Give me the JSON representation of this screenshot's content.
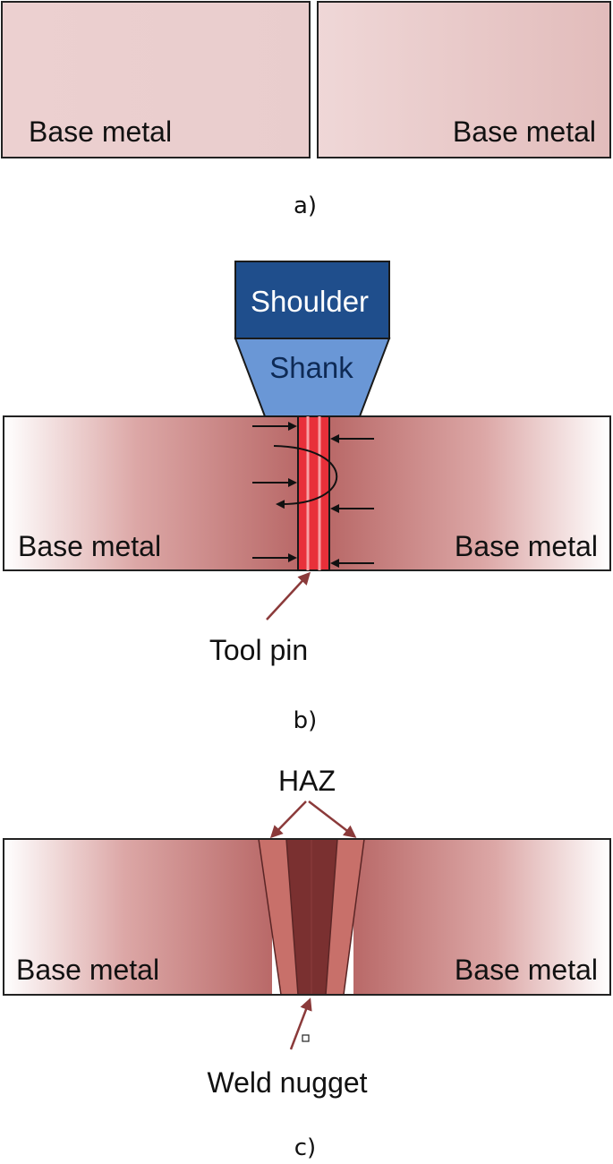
{
  "panel_a": {
    "left_label": "Base metal",
    "right_label": "Base metal",
    "caption": "a)"
  },
  "panel_b": {
    "shoulder_label": "Shoulder",
    "shank_label": "Shank",
    "left_label": "Base metal",
    "right_label": "Base metal",
    "pin_label": "Tool pin",
    "caption": "b)"
  },
  "panel_c": {
    "haz_label": "HAZ",
    "left_label": "Base metal",
    "right_label": "Base metal",
    "nugget_label": "Weld nugget",
    "caption": "c)"
  },
  "colors": {
    "base_light": "#efd8d8",
    "base_dark": "#c27472",
    "shoulder": "#1f4e8c",
    "shank": "#6a97d6",
    "pin": "#e8303a",
    "haz": "#c8706a",
    "nugget": "#7a3030",
    "arrow": "#8b3a3a"
  }
}
